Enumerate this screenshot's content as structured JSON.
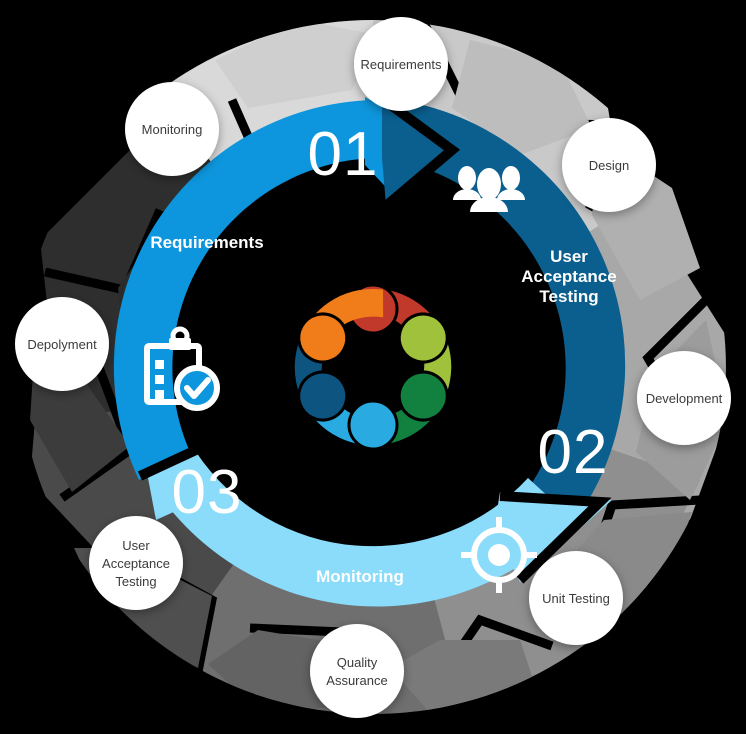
{
  "diagram": {
    "title": "Software Testing Life Cycle Wheel",
    "background_color": "#000000",
    "center": {
      "hub_color": "#000000",
      "logo_name": "teamwork-people-circle-logo",
      "logo_segments": [
        {
          "name": "red-person",
          "color": "#c0392b"
        },
        {
          "name": "yellow-green-person",
          "color": "#9fc13b"
        },
        {
          "name": "green-person",
          "color": "#12813f"
        },
        {
          "name": "light-blue-person",
          "color": "#29abe2"
        },
        {
          "name": "dark-blue-person",
          "color": "#0d5580"
        },
        {
          "name": "orange-person",
          "color": "#f07d19"
        }
      ]
    },
    "arcs": [
      {
        "number": "01",
        "label": "Requirements",
        "color": "#0d96dd",
        "icon": "clipboard-check-icon"
      },
      {
        "number": "02",
        "label": "User Acceptance Testing",
        "label_lines": [
          "User",
          "Acceptance",
          "Testing"
        ],
        "color": "#0a5f8f",
        "icon": "people-group-icon"
      },
      {
        "number": "03",
        "label": "Monitoring",
        "color": "#8adcfa",
        "icon": "target-crosshair-icon"
      }
    ],
    "outer_nodes": [
      {
        "label": "Requirements",
        "label_lines": [
          "Requirements"
        ]
      },
      {
        "label": "Design",
        "label_lines": [
          "Design"
        ]
      },
      {
        "label": "Development",
        "label_lines": [
          "Development"
        ]
      },
      {
        "label": "Unit Testing",
        "label_lines": [
          "Unit Testing"
        ]
      },
      {
        "label": "Quality Assurance",
        "label_lines": [
          "Quality",
          "Assurance"
        ]
      },
      {
        "label": "User Acceptance Testing",
        "label_lines": [
          "User",
          "Acceptance",
          "Testing"
        ]
      },
      {
        "label": "Depolyment",
        "label_lines": [
          "Depolyment"
        ]
      },
      {
        "label": "Monitoring",
        "label_lines": [
          "Monitoring"
        ]
      }
    ],
    "hex_shades": [
      "#d9d9d9",
      "#bfbfbf",
      "#a6a6a6",
      "#949494",
      "#808080",
      "#6b6b6b",
      "#4d4d4d",
      "#2b2b2b"
    ]
  }
}
